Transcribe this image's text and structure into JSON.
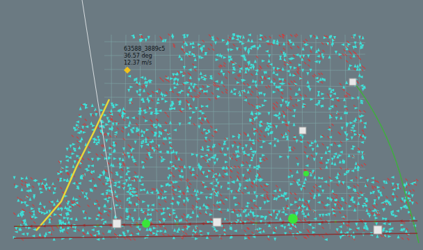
{
  "diagram": {
    "labels": [
      "63588_3889c5",
      "36.57 deg",
      "12.37 m/s"
    ]
  }
}
